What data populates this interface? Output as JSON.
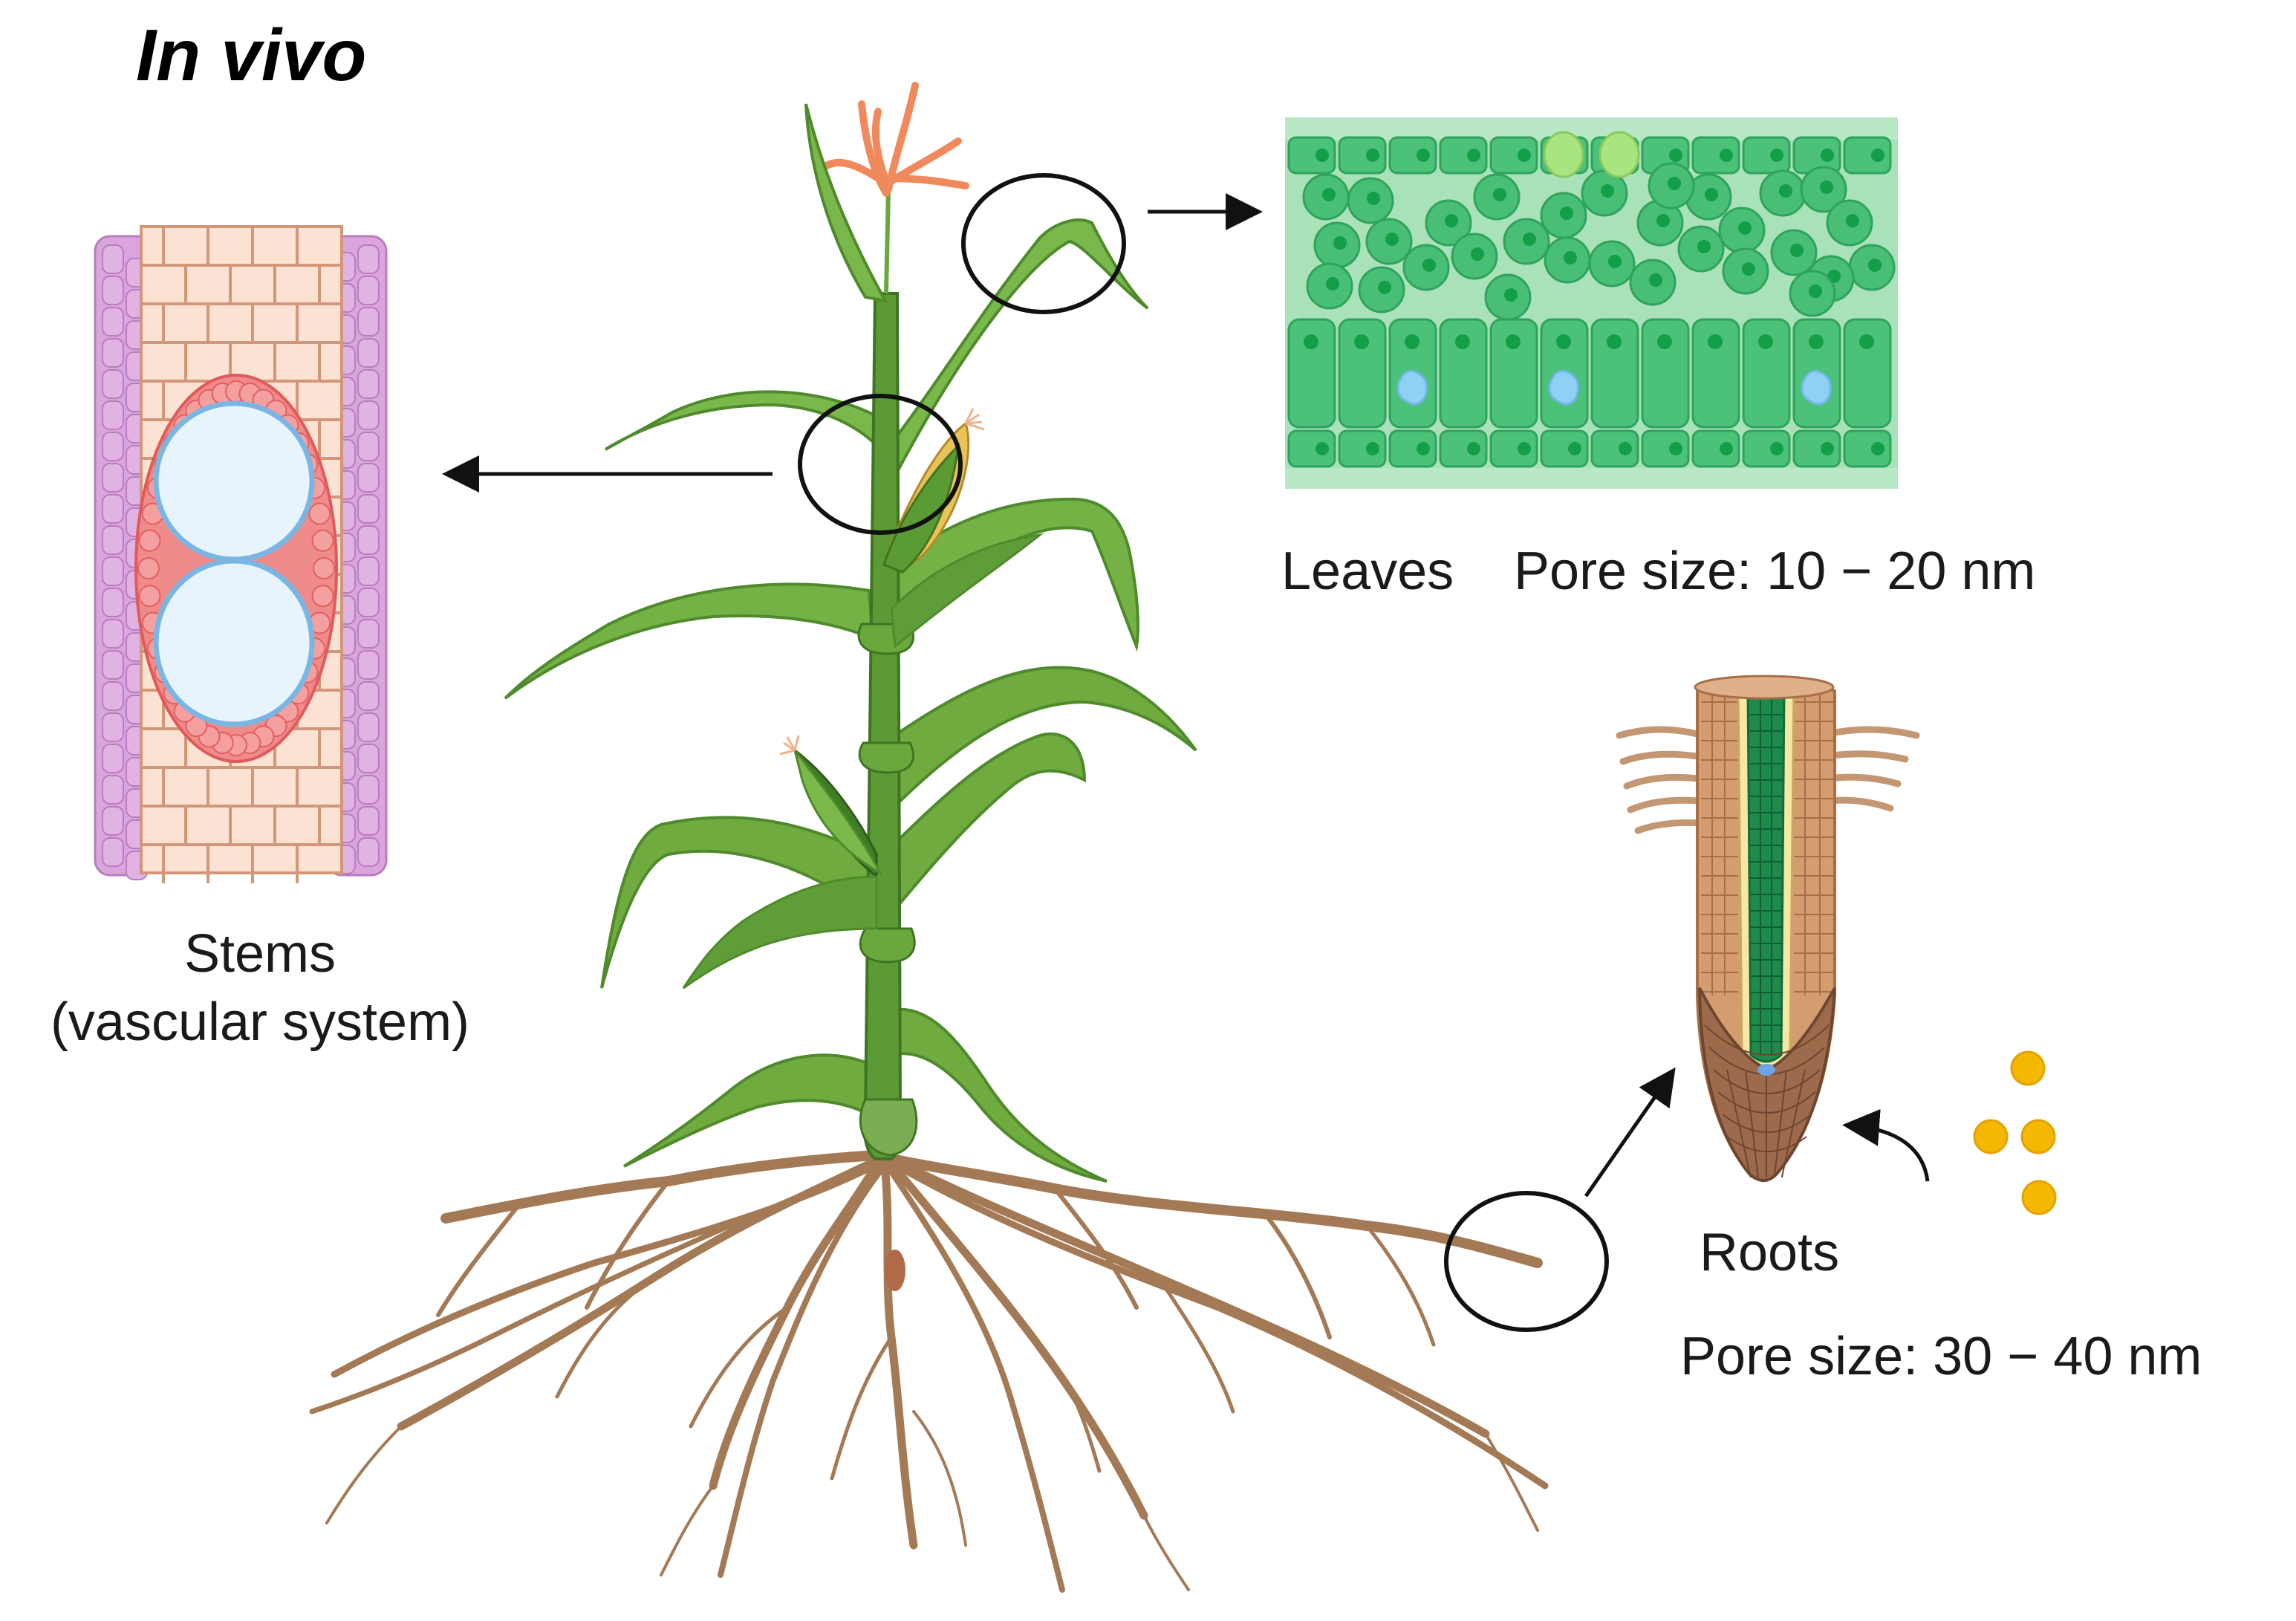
{
  "title": "In vivo",
  "labels": {
    "stems_line1": "Stems",
    "stems_line2": "(vascular system)",
    "leaves": "Leaves",
    "leaves_pore": "Pore size: 10 − 20 nm",
    "roots": "Roots",
    "roots_pore": "Pore size: 30 − 40  nm"
  },
  "colors": {
    "leaf_green": "#6fab3f",
    "leaf_dark": "#3f7d26",
    "stem_green": "#5b9a34",
    "root_brown": "#a57c56",
    "tassel": "#f08a5d",
    "cell_green": "#52c27a",
    "nucleus": "#129f48",
    "vacuole": "#8fd0f5",
    "stem_pink": "#d8a8dc",
    "stem_cell": "#fbe0cf",
    "phloem_red": "#ef7c7c",
    "xylem_blue": "#e6f3fb",
    "nanoparticle": "#f5b800"
  },
  "icons": [
    "arrow-icon",
    "circle-marker-icon",
    "nanoparticle-icon"
  ]
}
